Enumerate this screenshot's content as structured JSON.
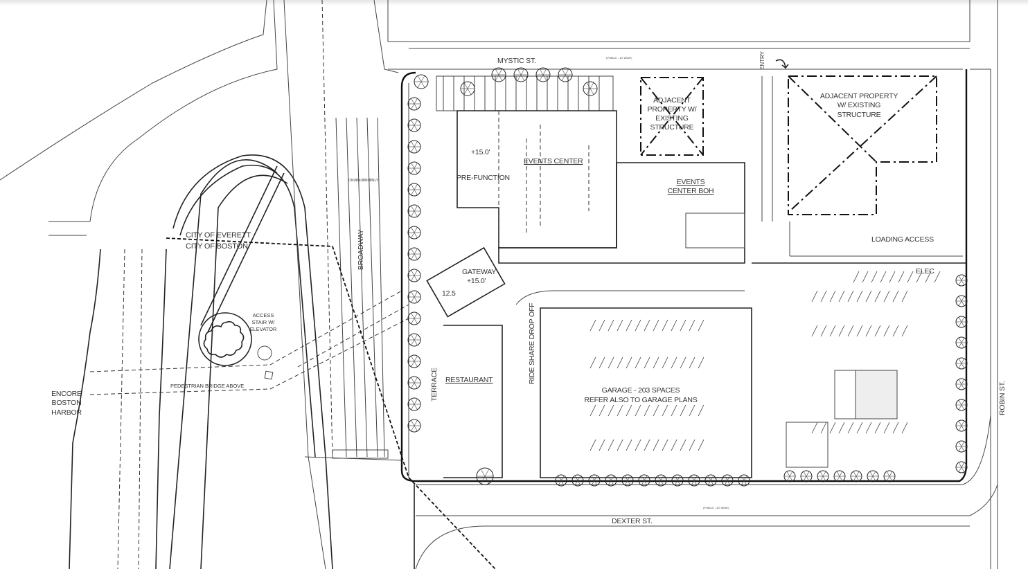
{
  "streets": {
    "mystic": "MYSTIC ST.",
    "dexter": "DEXTER ST.",
    "robin": "ROBIN ST.",
    "broadway": "BROADWAY",
    "row_note": "(PUBLIC - 40' WIDE)"
  },
  "entry": "ENTRY",
  "adjacent_small": [
    "ADJACENT",
    "PROPERTY W/",
    "EXISTING",
    "STRUCTURE"
  ],
  "adjacent_large": [
    "ADJACENT PROPERTY",
    "W/ EXISTING",
    "STRUCTURE"
  ],
  "events_center": "EVENTS CENTER",
  "events_boh": [
    "EVENTS",
    "CENTER BOH"
  ],
  "pre_function": "PRE-FUNCTION",
  "pre_function_elev": "+15.0'",
  "gateway": [
    "GATEWAY",
    "+15.0'"
  ],
  "stair_elev": "12.5",
  "restaurant": "RESTAURANT",
  "terrace": "TERRACE",
  "ride_share": "RIDE SHARE DROP OFF",
  "garage": [
    "GARAGE - 203 SPACES",
    "REFER ALSO TO GARAGE PLANS"
  ],
  "loading_access": "LOADING ACCESS",
  "elec": "ELEC",
  "city_line": [
    "CITY OF EVERETT",
    "CITY OF BOSTON"
  ],
  "access_stair": [
    "ACCESS",
    "STAIR W/",
    "ELEVATOR"
  ],
  "pedestrian_bridge": "PEDESTRIAN BRIDGE ABOVE",
  "encore": [
    "ENCORE",
    "BOSTON",
    "HARBOR"
  ],
  "lane_markings": [
    "ONLY",
    "ONLY",
    "ONLY",
    "ONLY"
  ],
  "colors": {
    "line": "#222222",
    "accessible_marker": "#e05070",
    "planter": "#2a8a2a"
  }
}
